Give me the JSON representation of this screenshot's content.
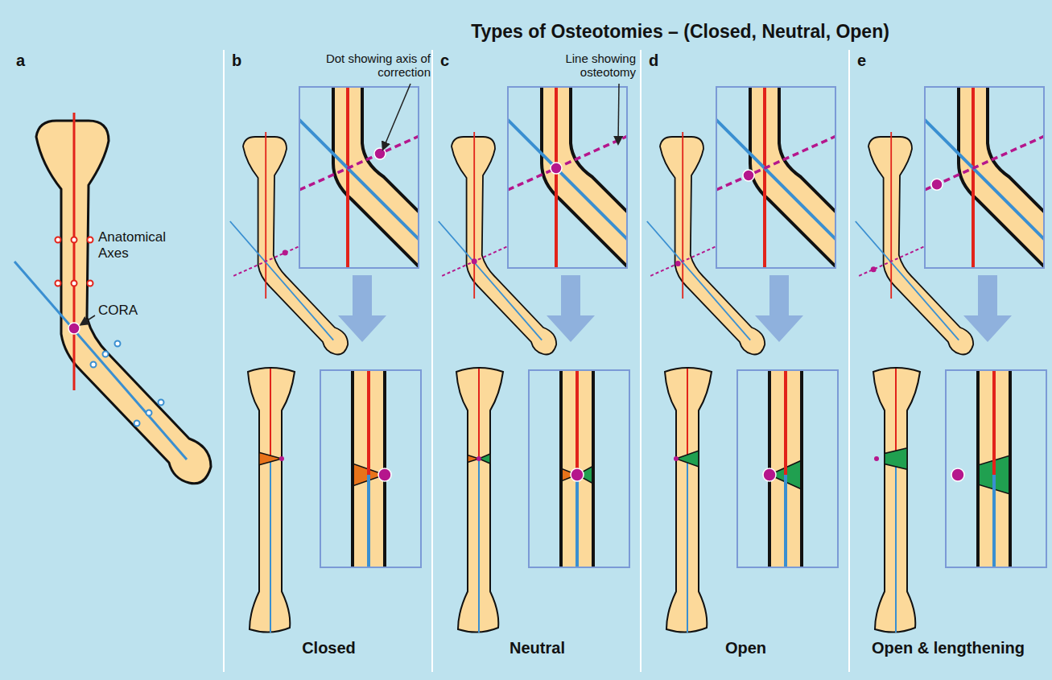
{
  "diagram": {
    "title": "Types of Osteotomies – (Closed, Neutral, Open)",
    "labels": [
      "a",
      "b",
      "c",
      "d",
      "e",
      "Anatomical Axes",
      "CORA",
      "Dot showing axis of correction",
      "Line showing osteotomy",
      "Closed",
      "Neutral",
      "Open",
      "Open & lengthening"
    ]
  }
}
